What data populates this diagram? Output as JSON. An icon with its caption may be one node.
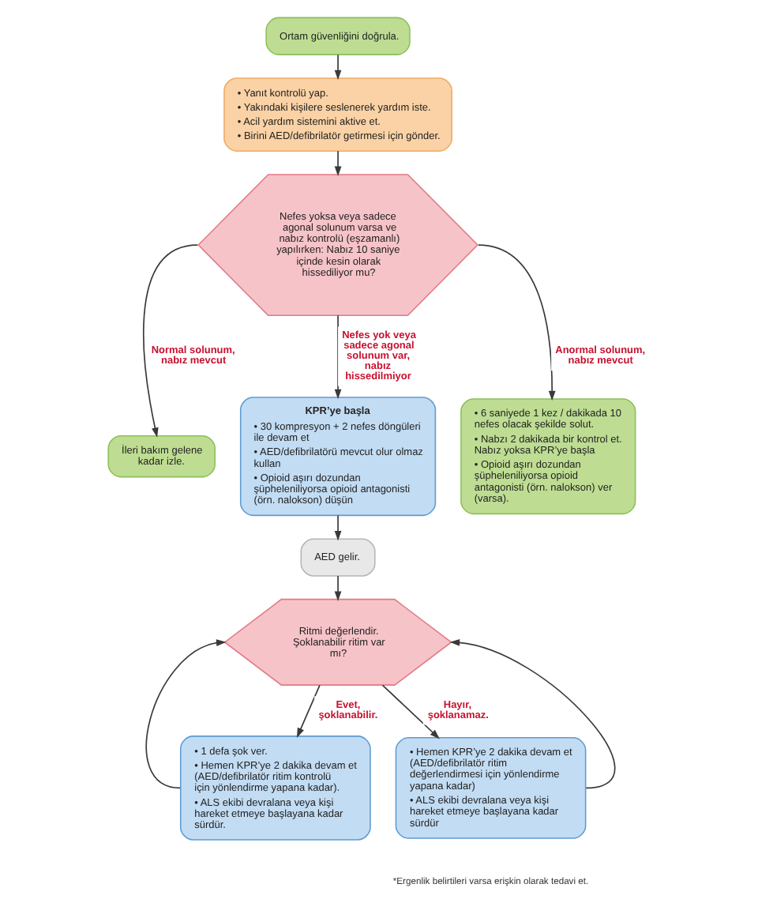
{
  "diagram": {
    "nodes": [
      {
        "text": [
          "Ortam güvenliğini doğrula."
        ]
      },
      {
        "text": [
          "• Yanıt kontrolü yap.",
          "• Yakındaki kişilere seslenerek yardım iste.",
          "• Acil yardım sistemini aktive et.",
          "• Birini AED/defibrilatör getirmesi için gönder."
        ]
      },
      {
        "text": [
          "Nefes yoksa veya sadece agonal solunum varsa ve nabız kontrolü (eşzamanlı) yapılırken: Nabız 10 saniye içinde kesin olarak hissediliyor mu?"
        ]
      },
      {
        "text": [
          "İleri bakım gelene kadar izle."
        ]
      },
      {
        "text": [
          "• 6 saniyede 1 kez / dakikada 10 nefes olacak şekilde solut.",
          "• Nabzı 2 dakikada bir kontrol et. Nabız yoksa KPR’ye başla",
          "• Opioid aşırı dozundan şüpheleniliyorsa opioid antagonisti (örn. nalokson) ver (varsa)."
        ]
      },
      {
        "text": [
          "KPR’ye başla",
          "• 30 kompresyon + 2 nefes döngüleri ile devam et",
          "• AED/defibrilatörü mevcut olur olmaz kullan",
          "• Opioid aşırı dozundan şüpheleniliyorsa opioid antagonisti (örn. nalokson) düşün"
        ]
      },
      {
        "text": [
          "AED gelir."
        ]
      },
      {
        "text": [
          "Ritmi değerlendir. Şoklanabilir ritim var mı?"
        ]
      },
      {
        "text": [
          "• 1 defa şok ver.",
          "• Hemen KPR’ye 2 dakika devam et (AED/defibrilatör ritim kontrolü için yönlendirme yapana kadar).",
          "• ALS ekibi devralana veya kişi hareket etmeye başlayana kadar sürdür."
        ]
      },
      {
        "text": [
          "• Hemen KPR’ye 2 dakika devam et (AED/defibrilatör ritim değerlendirmesi için yönlendirme yapana kadar)",
          "• ALS ekibi devralana veya kişi hareket etmeye başlayana kadar sürdür"
        ]
      }
    ],
    "edges": [
      {
        "from": 0,
        "to": 1,
        "arrow": "to"
      },
      {
        "from": 1,
        "to": 2,
        "arrow": "to"
      },
      {
        "from": 2,
        "to": 3,
        "arrow": "to",
        "label": "Normal solunum, nabız mevcut"
      },
      {
        "from": 2,
        "to": 4,
        "arrow": "to",
        "label": "Anormal solunum, nabız mevcut"
      },
      {
        "from": 2,
        "to": 5,
        "arrow": "to",
        "label": "Nefes yok veya sadece agonal solunum var, nabız hissedilmiyor"
      },
      {
        "from": 5,
        "to": 6,
        "arrow": "to"
      },
      {
        "from": 6,
        "to": 7,
        "arrow": "to"
      },
      {
        "from": 7,
        "to": 8,
        "arrow": "to",
        "label": "Evet, şoklanabilir."
      },
      {
        "from": 7,
        "to": 9,
        "arrow": "to",
        "label": "Hayır, şoklanamaz."
      },
      {
        "from": 8,
        "to": 7,
        "arrow": "to"
      },
      {
        "from": 9,
        "to": 7,
        "arrow": "to"
      }
    ],
    "labels": [
      "*Ergenlik belirtileri varsa erişkin olarak tedavi et."
    ]
  }
}
